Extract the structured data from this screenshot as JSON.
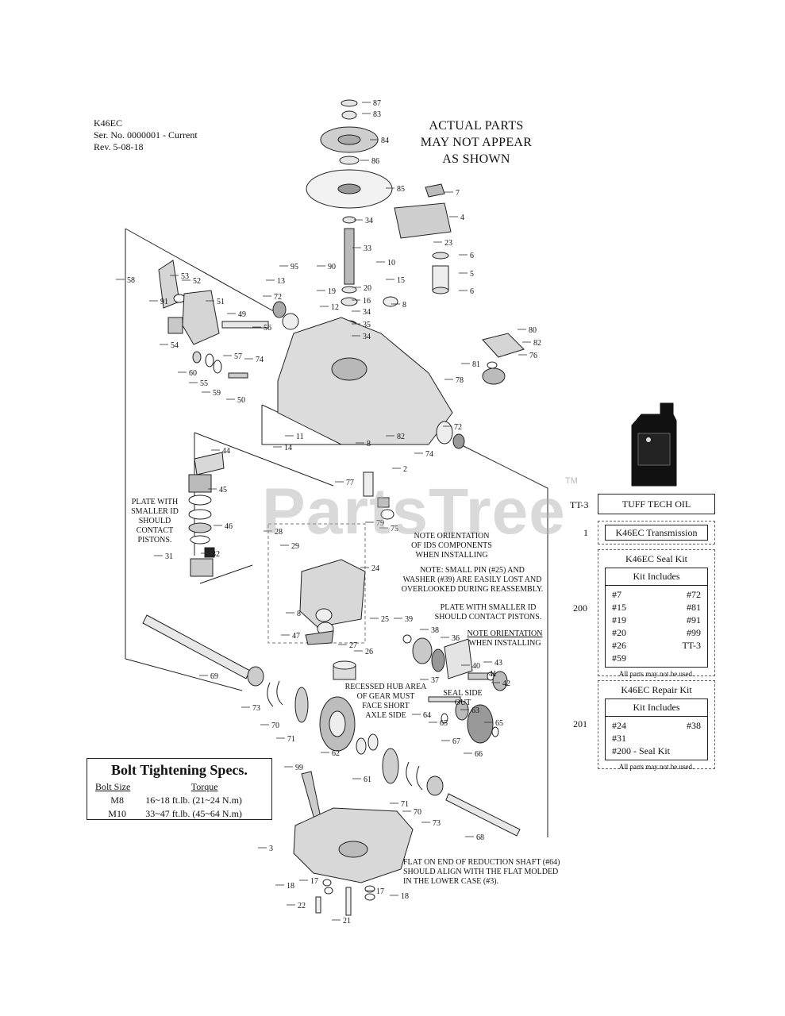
{
  "header": {
    "model": "K46EC",
    "serial": "Ser. No. 0000001 - Current",
    "revision": "Rev. 5-08-18"
  },
  "disclaimer": [
    "ACTUAL PARTS",
    "MAY NOT APPEAR",
    "AS SHOWN"
  ],
  "watermark": "PartsTree",
  "watermark_tm": "TM",
  "notes": {
    "plate_left": [
      "PLATE WITH",
      "SMALLER ID",
      "SHOULD",
      "CONTACT",
      "PISTONS."
    ],
    "ids": [
      "NOTE ORIENTATION",
      "OF IDS COMPONENTS",
      "WHEN INSTALLING"
    ],
    "small_pin": [
      "NOTE: SMALL PIN (#25) AND",
      "WASHER (#39) ARE EASILY LOST AND",
      "OVERLOOKED DURING REASSEMBLY."
    ],
    "plate_right": [
      "PLATE WITH SMALLER ID",
      "SHOULD CONTACT PISTONS."
    ],
    "orientation": [
      "NOTE ORIENTATION",
      "WHEN INSTALLING"
    ],
    "hub": [
      "RECESSED HUB AREA",
      "OF GEAR MUST",
      "FACE SHORT",
      "AXLE SIDE"
    ],
    "seal_side": [
      "SEAL SIDE",
      "OUT"
    ],
    "flat_end": [
      "FLAT ON END OF REDUCTION SHAFT (#64)",
      "SHOULD ALIGN WITH THE FLAT MOLDED",
      "IN THE LOWER CASE (#3)."
    ]
  },
  "right_panel": {
    "tuff_tech": {
      "ref": "TT-3",
      "label": "TUFF TECH OIL"
    },
    "transmission": {
      "ref": "1",
      "label": "K46EC Transmission"
    },
    "seal_kit": {
      "ref": "200",
      "title": "K46EC Seal Kit",
      "includes": "Kit Includes",
      "items": [
        "#7",
        "#72",
        "#15",
        "#81",
        "#19",
        "#91",
        "#20",
        "#99",
        "#26",
        "TT-3",
        "#59",
        ""
      ],
      "footnote": "All parts may not be used."
    },
    "repair_kit": {
      "ref": "201",
      "title": "K46EC Repair Kit",
      "includes": "Kit Includes",
      "items": [
        "#24",
        "#38",
        "#31",
        "",
        "#200 - Seal Kit",
        ""
      ],
      "footnote": "All parts may not be used."
    }
  },
  "bolt_specs": {
    "title": "Bolt Tightening Specs.",
    "headers": [
      "Bolt Size",
      "Torque"
    ],
    "rows": [
      [
        "M8",
        "16~18 ft.lb. (21~24 N.m)"
      ],
      [
        "M10",
        "33~47 ft.lb. (45~64 N.m)"
      ]
    ]
  },
  "callouts": [
    "87",
    "83",
    "84",
    "86",
    "85",
    "7",
    "4",
    "34",
    "33",
    "10",
    "23",
    "6",
    "5",
    "6",
    "95",
    "90",
    "13",
    "19",
    "20",
    "15",
    "8",
    "12",
    "16",
    "34",
    "35",
    "34",
    "58",
    "53",
    "52",
    "91",
    "51",
    "49",
    "72",
    "56",
    "54",
    "57",
    "74",
    "80",
    "82",
    "76",
    "81",
    "78",
    "60",
    "55",
    "59",
    "50",
    "11",
    "8",
    "14",
    "82",
    "72",
    "74",
    "2",
    "44",
    "45",
    "46",
    "77",
    "79",
    "75",
    "28",
    "29",
    "24",
    "31",
    "32",
    "8",
    "25",
    "39",
    "38",
    "36",
    "47",
    "27",
    "26",
    "37",
    "40",
    "41",
    "43",
    "42",
    "69",
    "73",
    "70",
    "71",
    "64",
    "65",
    "63",
    "65",
    "67",
    "66",
    "62",
    "61",
    "99",
    "71",
    "70",
    "73",
    "68",
    "3",
    "18",
    "17",
    "17",
    "18",
    "22",
    "21"
  ]
}
